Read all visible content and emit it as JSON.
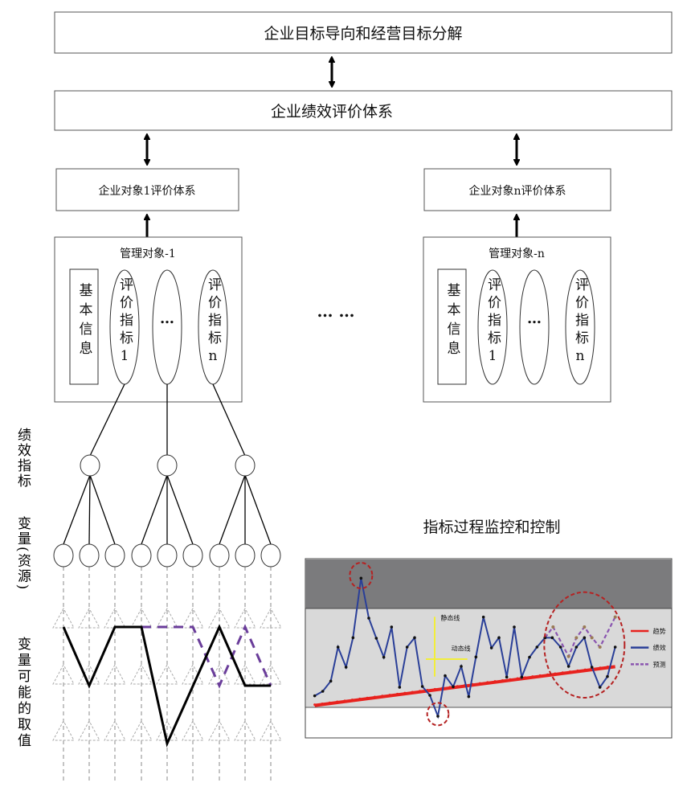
{
  "top_box": "企业目标导向和经营目标分解",
  "eval_system_box": "企业绩效评价体系",
  "object_eval": [
    "企业对象1评价体系",
    "企业对象n评价体系"
  ],
  "managed_objects": [
    {
      "title": "管理对象-1",
      "basic_info": "基本信息",
      "indicator_first": "评价指标1",
      "ellipsis": "…",
      "indicator_last": "评价指标n"
    },
    {
      "title": "管理对象-n",
      "basic_info": "基本信息",
      "indicator_first": "评价指标1",
      "ellipsis": "…",
      "indicator_last": "评价指标n"
    }
  ],
  "middle_ellipsis": "… …",
  "side_labels": [
    "绩效指标",
    "变量(资源)",
    "变量可能的取值"
  ],
  "monitor_chart": {
    "title": "指标过程监控和控制",
    "static_line_label": "静态线",
    "dynamic_line_label": "动态线",
    "legend": [
      {
        "label": "趋势",
        "color": "#e8221e"
      },
      {
        "label": "绩效",
        "color": "#2a3f98"
      },
      {
        "label": "预测",
        "color": "#8a55b0"
      }
    ]
  },
  "colors": {
    "dark_band": "#7b7b7d",
    "light_band": "#d9d9d9",
    "highlight": "#b52222",
    "path_selected": "#000000",
    "path_alternative": "#6a3d9a"
  }
}
